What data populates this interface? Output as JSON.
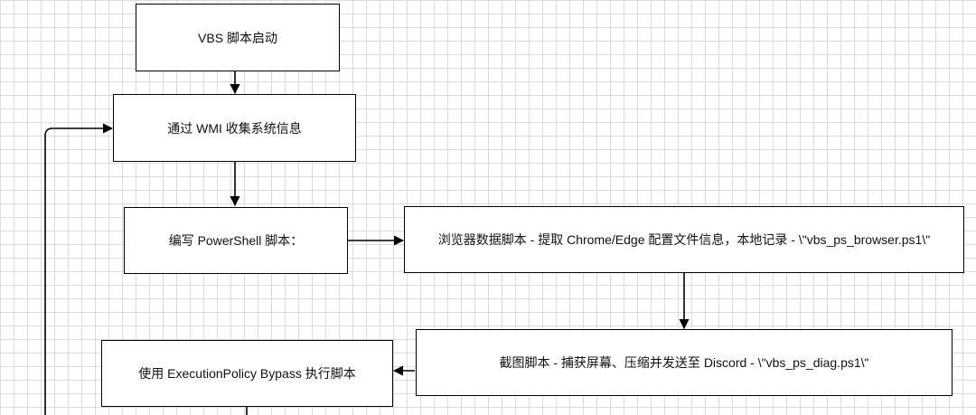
{
  "nodes": {
    "start": "VBS 脚本启动",
    "wmi": "通过 WMI 收集系统信息",
    "write_ps": "编写 PowerShell 脚本：",
    "browser": "浏览器数据脚本 - 提取 Chrome/Edge 配置文件信息，本地记录 - \\\"vbs_ps_browser.ps1\\\"",
    "screenshot": "截图脚本 - 捕获屏幕、压缩并发送至 Discord - \\\"vbs_ps_diag.ps1\\\"",
    "execute": "使用 ExecutionPolicy Bypass 执行脚本"
  },
  "colors": {
    "stroke": "#000000",
    "grid": "#dcdcdc",
    "background": "#ffffff"
  }
}
